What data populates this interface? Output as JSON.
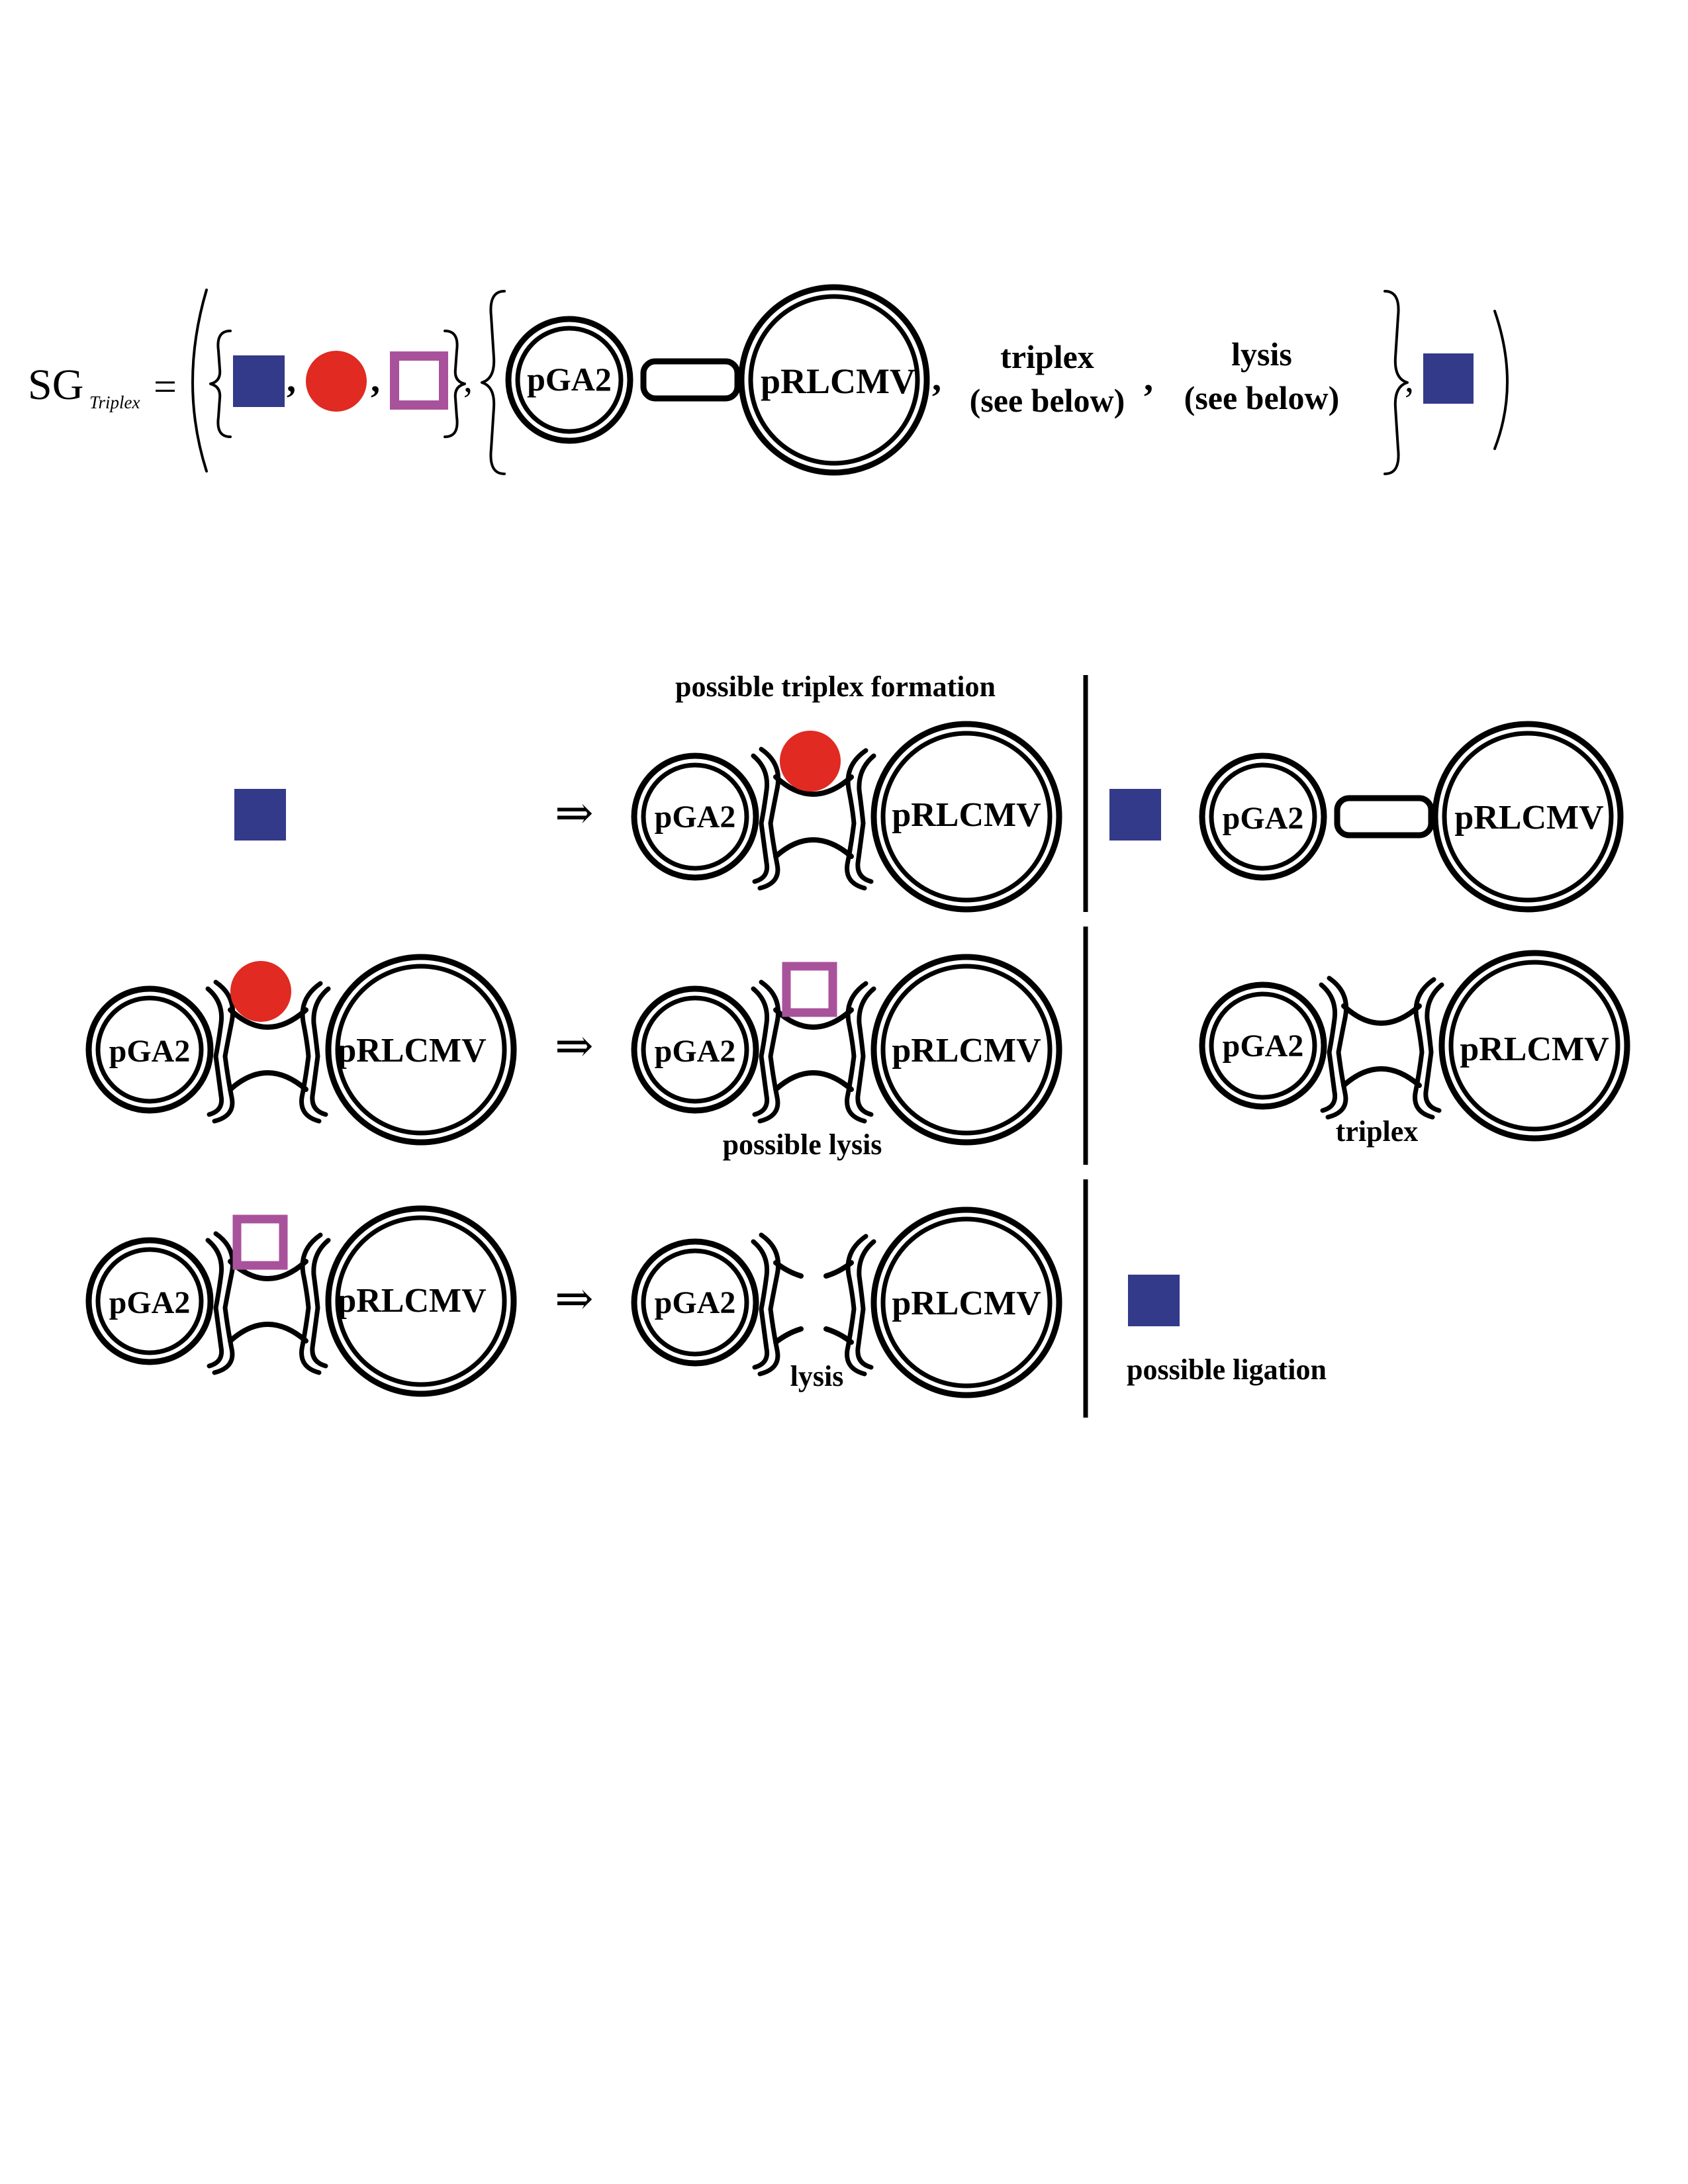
{
  "colors": {
    "blue_square": "#333a8a",
    "red_circle": "#e02a22",
    "magenta_square": "#a9529c",
    "ink": "#000000"
  },
  "formula": {
    "lhs_main": "SG",
    "lhs_sub": "Triplex",
    "equals": "=",
    "comma": ",",
    "molecule_small": "pGA2",
    "molecule_large": "pRLCMV",
    "triplex_word": "triplex",
    "triplex_note": "(see below)",
    "lysis_word": "lysis",
    "lysis_note": "(see below)"
  },
  "rules": {
    "arrow": "⇒",
    "labels": {
      "possible_triplex_formation": "possible triplex formation",
      "possible_lysis": "possible lysis",
      "triplex": "triplex",
      "lysis": "lysis",
      "possible_ligation": "possible ligation"
    }
  }
}
